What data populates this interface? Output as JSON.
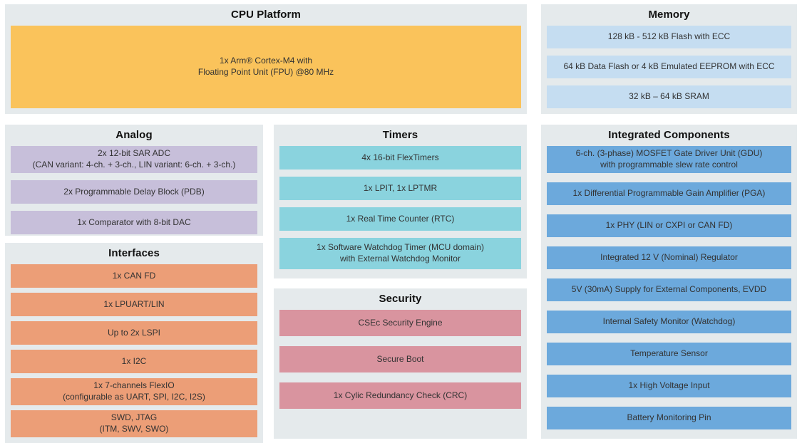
{
  "colors": {
    "panel_background": "#E5EAEC",
    "cpu_block": "#FAC35B",
    "memory_block": "#C5DDF1",
    "analog_block": "#C7BFDA",
    "timers_block": "#8AD3DE",
    "interfaces_block": "#EC9E77",
    "security_block": "#D9949F",
    "integrated_block": "#6CA9DC",
    "block_text": "#333333",
    "header_text": "#111111"
  },
  "sections": {
    "cpu_platform": {
      "title": "CPU Platform",
      "blocks": [
        "1x Arm® Cortex-M4 with\nFloating Point Unit (FPU) @80 MHz"
      ]
    },
    "memory": {
      "title": "Memory",
      "blocks": [
        "128 kB - 512 kB Flash with ECC",
        "64 kB Data Flash or 4 kB Emulated EEPROM with ECC",
        "32 kB – 64 kB SRAM"
      ]
    },
    "analog": {
      "title": "Analog",
      "blocks": [
        "2x 12-bit SAR ADC\n(CAN variant: 4-ch. + 3-ch., LIN variant: 6-ch. + 3-ch.)",
        "2x Programmable Delay Block (PDB)",
        "1x Comparator with 8-bit DAC"
      ]
    },
    "timers": {
      "title": "Timers",
      "blocks": [
        "4x 16-bit FlexTimers",
        "1x LPIT, 1x LPTMR",
        "1x Real Time Counter (RTC)",
        "1x Software Watchdog Timer (MCU domain)\nwith External Watchdog Monitor"
      ]
    },
    "interfaces": {
      "title": "Interfaces",
      "blocks": [
        "1x CAN FD",
        "1x LPUART/LIN",
        "Up to 2x LSPI",
        "1x I2C",
        "1x 7-channels FlexIO\n(configurable as UART, SPI, I2C, I2S)",
        "SWD, JTAG\n(ITM, SWV, SWO)"
      ]
    },
    "security": {
      "title": "Security",
      "blocks": [
        "CSEc Security Engine",
        "Secure Boot",
        "1x Cylic Redundancy Check (CRC)"
      ]
    },
    "integrated_components": {
      "title": "Integrated Components",
      "blocks": [
        "6-ch. (3-phase) MOSFET Gate Driver Unit (GDU)\nwith programmable slew rate control",
        "1x Differential Programmable Gain Amplifier (PGA)",
        "1x PHY (LIN or CXPI or CAN FD)",
        "Integrated 12 V (Nominal) Regulator",
        "5V (30mA) Supply for External Components, EVDD",
        "Internal Safety Monitor (Watchdog)",
        "Temperature Sensor",
        "1x High Voltage Input",
        "Battery Monitoring Pin"
      ]
    }
  }
}
